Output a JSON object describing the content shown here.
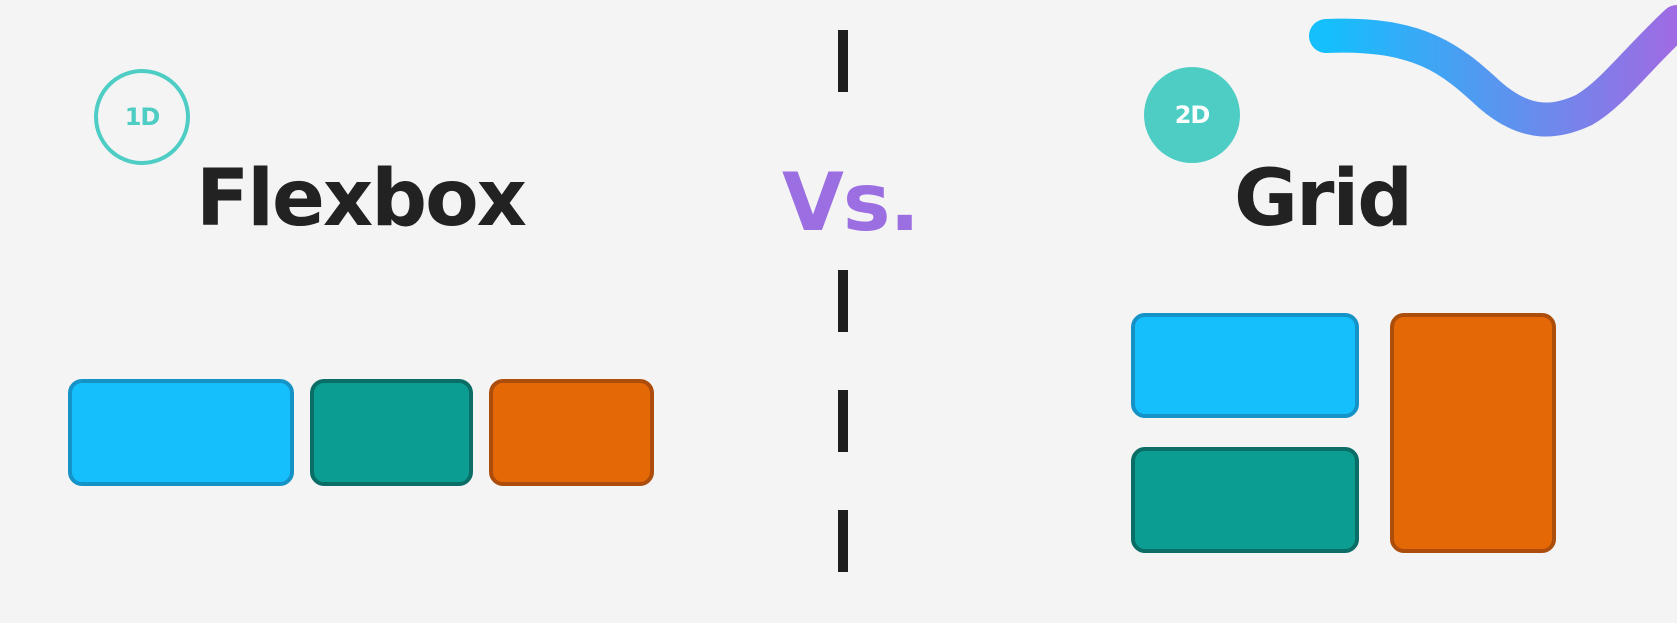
{
  "badges": {
    "flexbox": "1D",
    "grid": "2D"
  },
  "titles": {
    "flexbox": "Flexbox",
    "versus": "Vs.",
    "grid": "Grid"
  },
  "colors": {
    "background": "#f4f4f4",
    "accent_teal": "#4ecdc4",
    "accent_purple": "#9b6ee2",
    "text_dark": "#222222",
    "block_blue": "#14bffc",
    "block_teal": "#0b9d92",
    "block_orange": "#e46806",
    "swoosh_start": "#14bffc",
    "swoosh_end": "#a06ae3"
  },
  "flexbox_blocks": [
    {
      "color": "blue"
    },
    {
      "color": "teal"
    },
    {
      "color": "orange"
    }
  ],
  "grid_blocks": [
    {
      "color": "blue"
    },
    {
      "color": "teal"
    },
    {
      "color": "orange"
    }
  ]
}
